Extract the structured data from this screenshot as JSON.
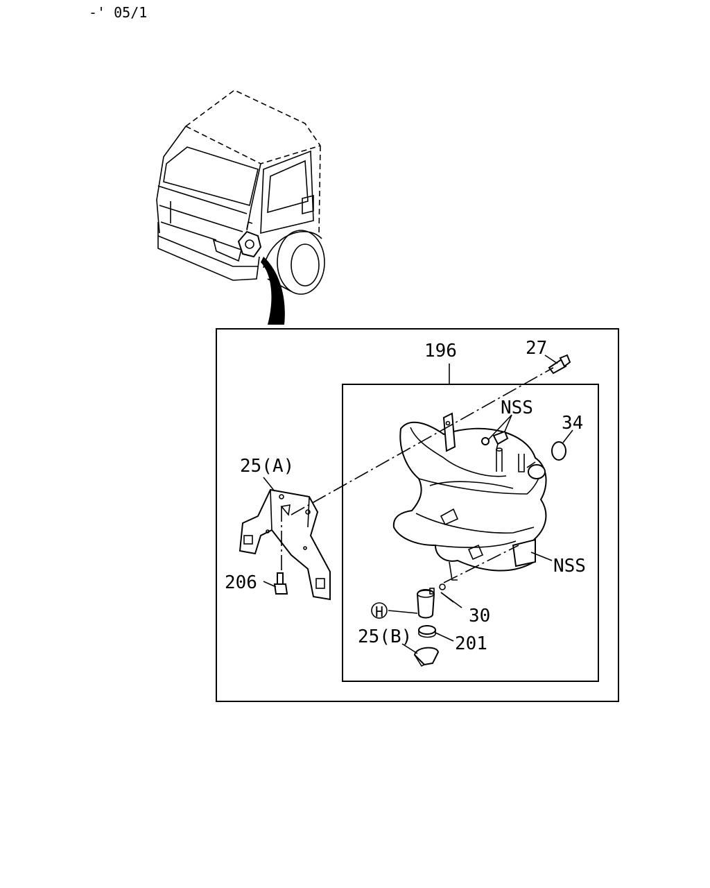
{
  "header": {
    "code": "-' 05/1"
  },
  "callouts": {
    "c196": "196",
    "c27": "27",
    "nss_top": "NSS",
    "c34": "34",
    "c25a": "25(A)",
    "nss_right": "NSS",
    "c206": "206",
    "c30": "30",
    "h_mark": "H",
    "c25b": "25(B)",
    "c201": "201"
  }
}
